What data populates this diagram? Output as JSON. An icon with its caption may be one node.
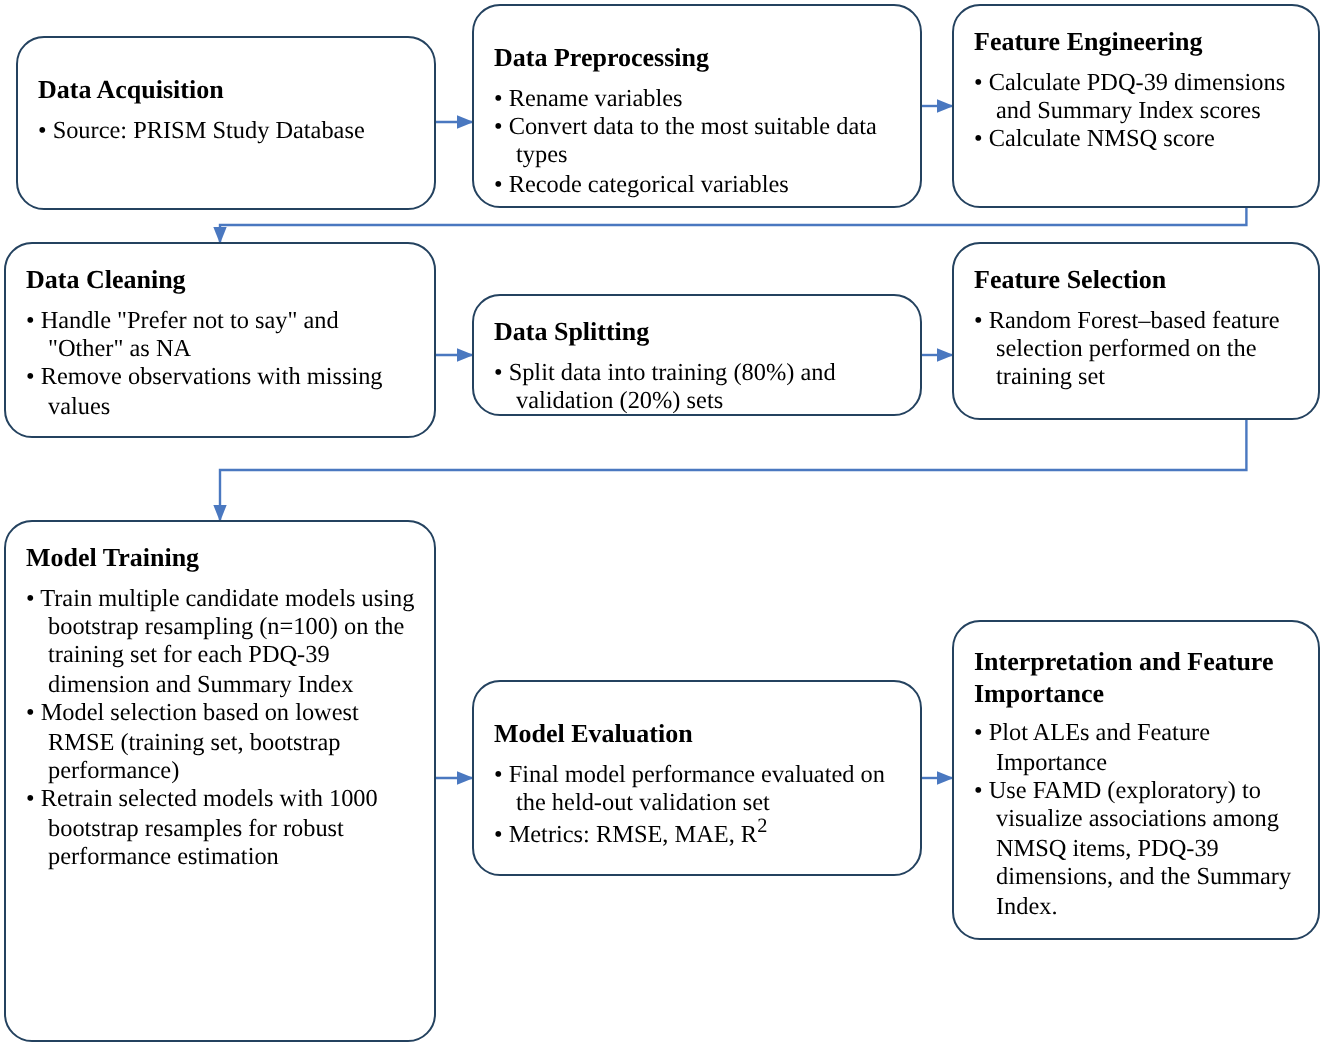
{
  "diagram": {
    "nodes": [
      {
        "text": [
          "Data Acquisition",
          "• Source: PRISM Study Database"
        ]
      },
      {
        "text": [
          "Data Preprocessing",
          "• Rename variables",
          "• Convert data to the most suitable data types",
          "• Recode categorical variables"
        ]
      },
      {
        "text": [
          "Feature Engineering",
          "• Calculate PDQ-39 dimensions and Summary Index scores",
          "• Calculate NMSQ score"
        ]
      },
      {
        "text": [
          "Data Cleaning",
          "• Handle \"Prefer not to say\" and \"Other\" as NA",
          "• Remove observations with missing values"
        ]
      },
      {
        "text": [
          "Data Splitting",
          "• Split data into training (80%) and validation (20%) sets"
        ]
      },
      {
        "text": [
          "Feature Selection",
          "• Random Forest–based feature selection performed on the training set"
        ]
      },
      {
        "text": [
          "Model Training",
          "• Train multiple candidate models using bootstrap resampling (n=100) on the training set for each PDQ-39 dimension and Summary Index",
          "• Model selection based on lowest RMSE (training set, bootstrap performance)",
          "• Retrain selected models with 1000 bootstrap resamples for robust performance estimation"
        ]
      },
      {
        "text": [
          "Model Evaluation",
          "• Final model performance evaluated on the held-out validation set",
          "• Metrics: RMSE, MAE, R$^{2}$"
        ]
      },
      {
        "text": [
          "Interpretation and Feature Importance",
          "• Plot ALEs and Feature Importance",
          "• Use FAMD (exploratory) to visualize associations among NMSQ items, PDQ-39 dimensions, and the Summary Index."
        ]
      }
    ],
    "edges": [
      {
        "from": 0,
        "to": 1,
        "arrow": "to"
      },
      {
        "from": 1,
        "to": 2,
        "arrow": "to"
      },
      {
        "from": 2,
        "to": 3,
        "arrow": "to"
      },
      {
        "from": 3,
        "to": 4,
        "arrow": "to"
      },
      {
        "from": 4,
        "to": 5,
        "arrow": "to"
      },
      {
        "from": 5,
        "to": 6,
        "arrow": "to"
      },
      {
        "from": 6,
        "to": 7,
        "arrow": "to"
      },
      {
        "from": 7,
        "to": 8,
        "arrow": "to"
      }
    ]
  }
}
